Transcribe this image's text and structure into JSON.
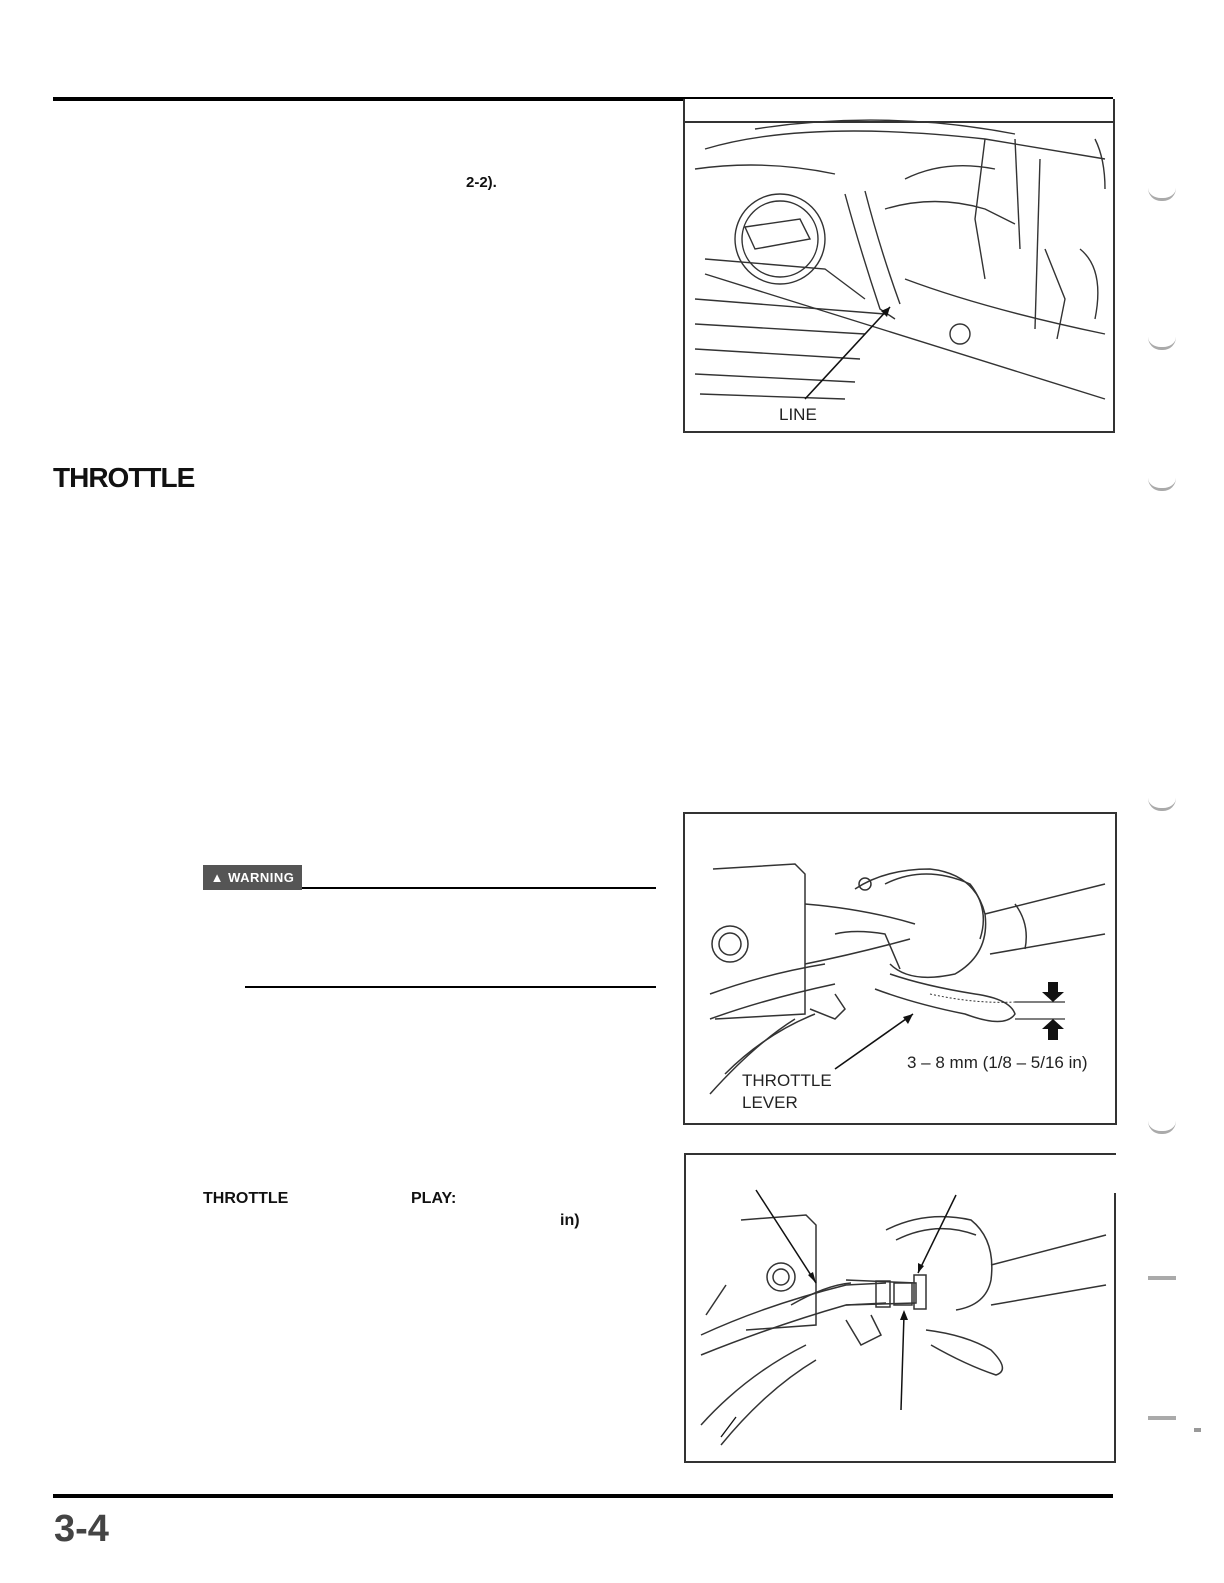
{
  "ref_text": "2-2).",
  "figure1": {
    "label": "LINE"
  },
  "section": {
    "title": "THROTTLE"
  },
  "warning": {
    "label": "WARNING"
  },
  "figure2": {
    "lever_label_1": "THROTTLE",
    "lever_label_2": "LEVER",
    "measurement": "3 – 8 mm (1/8 – 5/16 in)"
  },
  "spec": {
    "word1": "THROTTLE",
    "word2": "PLAY:",
    "unit": "in)"
  },
  "page": {
    "number": "3-4"
  },
  "colors": {
    "warning_bg": "#555555",
    "rule": "#000000"
  }
}
